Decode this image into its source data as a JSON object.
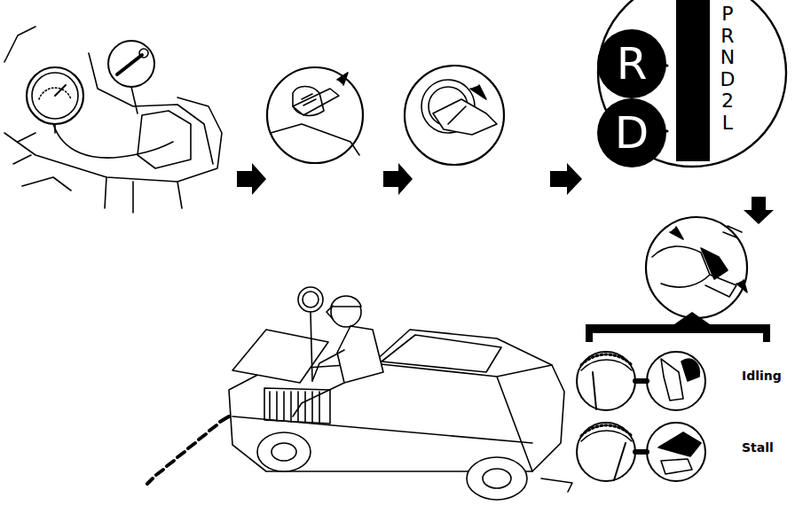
{
  "diagram": {
    "nodes": [
      {
        "text": [
          "R"
        ]
      },
      {
        "text": [
          "D"
        ]
      }
    ],
    "labels": [
      "P R N D 2 L",
      "Idling",
      "Stall"
    ]
  }
}
